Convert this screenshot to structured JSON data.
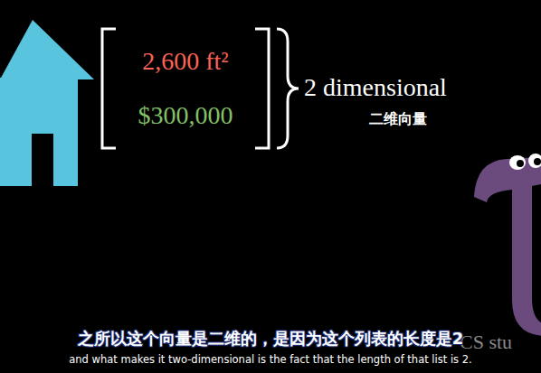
{
  "diagram": {
    "nodes": [
      {
        "text": [
          "2,600 ft²",
          "$300,000"
        ]
      }
    ],
    "labels": [
      "2 dimensional",
      "二维向量",
      "CS stu",
      "之所以这个向量是二维的，是因为这个列表的长度是2",
      "and what makes it two-dimensional is the fact that the length of that list is 2."
    ]
  }
}
